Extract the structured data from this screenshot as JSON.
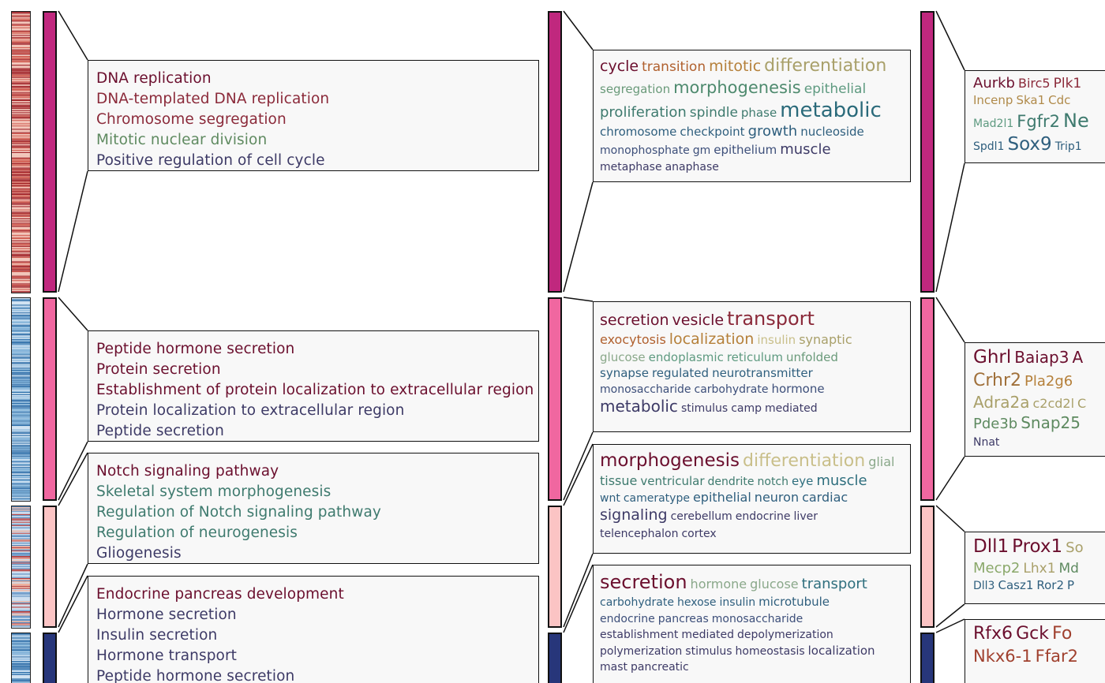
{
  "colors": {
    "cluster1": "#c0287e",
    "cluster2": "#f067a0",
    "cluster3": "#fbc4c4",
    "cluster4": "#27367a"
  },
  "clusters": [
    {
      "id": "c1",
      "color": "#c0287e",
      "heat_tone": "red",
      "go_terms": [
        {
          "text": "DNA replication",
          "color": "#6b0f2e"
        },
        {
          "text": "DNA-templated DNA replication",
          "color": "#8b2a3a"
        },
        {
          "text": "Chromosome segregation",
          "color": "#8b2a3a"
        },
        {
          "text": "Mitotic nuclear division",
          "color": "#5f8a60"
        },
        {
          "text": "Positive regulation of cell cycle",
          "color": "#3d3a66"
        }
      ],
      "wordcloud": [
        [
          {
            "text": "cycle",
            "size": 19,
            "color": "#6b0f2e"
          },
          {
            "text": "transition",
            "size": 17,
            "color": "#b0602e"
          },
          {
            "text": "mitotic",
            "size": 19,
            "color": "#b5803a"
          },
          {
            "text": "differentiation",
            "size": 22,
            "color": "#a9a06a"
          }
        ],
        [
          {
            "text": "segregation",
            "size": 15,
            "color": "#6a9a7a"
          },
          {
            "text": "morphogenesis",
            "size": 21,
            "color": "#4e8a6e"
          },
          {
            "text": "epithelial",
            "size": 17,
            "color": "#5e9a80"
          }
        ],
        [
          {
            "text": "proliferation",
            "size": 18,
            "color": "#3e7a6e"
          },
          {
            "text": "spindle",
            "size": 17,
            "color": "#3e7a6e"
          },
          {
            "text": "phase",
            "size": 15,
            "color": "#3e7a6e"
          },
          {
            "text": "metabolic",
            "size": 26,
            "color": "#2a6a7a"
          }
        ],
        [
          {
            "text": "chromosome",
            "size": 15,
            "color": "#2f5f7e"
          },
          {
            "text": "checkpoint",
            "size": 15,
            "color": "#2f5f7e"
          },
          {
            "text": "growth",
            "size": 18,
            "color": "#2f5f7e"
          },
          {
            "text": "nucleoside",
            "size": 15,
            "color": "#2f5f7e"
          }
        ],
        [
          {
            "text": "monophosphate",
            "size": 14,
            "color": "#3d4f7a"
          },
          {
            "text": "gm",
            "size": 14,
            "color": "#3d4f7a"
          },
          {
            "text": "epithelium",
            "size": 15,
            "color": "#3d4f7a"
          },
          {
            "text": "muscle",
            "size": 18,
            "color": "#3d3a66"
          }
        ],
        [
          {
            "text": "metaphase",
            "size": 14,
            "color": "#3d3a66"
          },
          {
            "text": "anaphase",
            "size": 14,
            "color": "#3d3a66"
          }
        ]
      ],
      "genes": [
        [
          {
            "text": "Aurkb",
            "size": 18,
            "color": "#6b0f2e"
          },
          {
            "text": "Birc5",
            "size": 16,
            "color": "#8b2a3a"
          },
          {
            "text": "Plk1",
            "size": 17,
            "color": "#8b2a3a"
          }
        ],
        [
          {
            "text": "Incenp",
            "size": 15,
            "color": "#b08a4a"
          },
          {
            "text": "Ska1",
            "size": 15,
            "color": "#b08a4a"
          },
          {
            "text": "Cdc",
            "size": 15,
            "color": "#b08a4a"
          }
        ],
        [
          {
            "text": "Mad2l1",
            "size": 14,
            "color": "#5e9a80"
          },
          {
            "text": "Fgfr2",
            "size": 21,
            "color": "#3e7a6e"
          },
          {
            "text": "Ne",
            "size": 24,
            "color": "#3e7a6e"
          }
        ],
        [
          {
            "text": "Spdl1",
            "size": 14,
            "color": "#2f5f7e"
          },
          {
            "text": "Sox9",
            "size": 23,
            "color": "#2f5f7e"
          },
          {
            "text": "Trip1",
            "size": 14,
            "color": "#2f5f7e"
          }
        ]
      ]
    },
    {
      "id": "c2",
      "color": "#f067a0",
      "heat_tone": "blue",
      "go_terms": [
        {
          "text": "Peptide hormone secretion",
          "color": "#6b0f2e"
        },
        {
          "text": "Protein secretion",
          "color": "#6b0f2e"
        },
        {
          "text": "Establishment of protein localization to extracellular region",
          "color": "#6b0f2e"
        },
        {
          "text": "Protein localization to extracellular region",
          "color": "#3d3a66"
        },
        {
          "text": "Peptide secretion",
          "color": "#3d3a66"
        }
      ],
      "wordcloud": [
        [
          {
            "text": "secretion",
            "size": 19,
            "color": "#6b0f2e"
          },
          {
            "text": "vesicle",
            "size": 19,
            "color": "#6b0f2e"
          },
          {
            "text": "transport",
            "size": 24,
            "color": "#8b2a3a"
          }
        ],
        [
          {
            "text": "exocytosis",
            "size": 16,
            "color": "#b0602e"
          },
          {
            "text": "localization",
            "size": 19,
            "color": "#b5803a"
          },
          {
            "text": "insulin",
            "size": 15,
            "color": "#c9bf8a"
          },
          {
            "text": "synaptic",
            "size": 16,
            "color": "#a9a06a"
          }
        ],
        [
          {
            "text": "glucose",
            "size": 15,
            "color": "#8aa88a"
          },
          {
            "text": "endoplasmic",
            "size": 15,
            "color": "#5e9a80"
          },
          {
            "text": "reticulum",
            "size": 15,
            "color": "#5e9a80"
          },
          {
            "text": "unfolded",
            "size": 15,
            "color": "#6a9a7a"
          }
        ],
        [
          {
            "text": "synapse",
            "size": 15,
            "color": "#2f5f7e"
          },
          {
            "text": "regulated",
            "size": 15,
            "color": "#2f5f7e"
          },
          {
            "text": "neurotransmitter",
            "size": 15,
            "color": "#2f5f7e"
          }
        ],
        [
          {
            "text": "monosaccharide",
            "size": 14,
            "color": "#3d4f7a"
          },
          {
            "text": "carbohydrate",
            "size": 14,
            "color": "#3d4f7a"
          },
          {
            "text": "hormone",
            "size": 15,
            "color": "#3d4f7a"
          }
        ],
        [
          {
            "text": "metabolic",
            "size": 20,
            "color": "#3d3a66"
          },
          {
            "text": "stimulus",
            "size": 14,
            "color": "#3d3a66"
          },
          {
            "text": "camp",
            "size": 14,
            "color": "#3d3a66"
          },
          {
            "text": "mediated",
            "size": 14,
            "color": "#3d3a66"
          }
        ]
      ],
      "genes": [
        [
          {
            "text": "Ghrl",
            "size": 23,
            "color": "#6b0f2e"
          },
          {
            "text": "Baiap3",
            "size": 20,
            "color": "#6b0f2e"
          },
          {
            "text": "A",
            "size": 20,
            "color": "#6b0f2e"
          }
        ],
        [
          {
            "text": "Crhr2",
            "size": 22,
            "color": "#a0703a"
          },
          {
            "text": "Pla2g6",
            "size": 18,
            "color": "#b5803a"
          }
        ],
        [
          {
            "text": "Adra2a",
            "size": 20,
            "color": "#a9a06a"
          },
          {
            "text": "c2cd2l",
            "size": 16,
            "color": "#a9a06a"
          },
          {
            "text": "C",
            "size": 16,
            "color": "#a9a06a"
          }
        ],
        [
          {
            "text": "Pde3b",
            "size": 18,
            "color": "#5e8a60"
          },
          {
            "text": "Snap25",
            "size": 20,
            "color": "#5e8a60"
          }
        ],
        [
          {
            "text": "Nnat",
            "size": 14,
            "color": "#3d3a66"
          }
        ]
      ]
    },
    {
      "id": "c3",
      "color": "#fbc4c4",
      "heat_tone": "mixed",
      "go_terms": [
        {
          "text": "Notch signaling pathway",
          "color": "#6b0f2e"
        },
        {
          "text": "Skeletal system morphogenesis",
          "color": "#3e7a6e"
        },
        {
          "text": "Regulation of Notch signaling pathway",
          "color": "#3e7a6e"
        },
        {
          "text": "Regulation of neurogenesis",
          "color": "#3e7a6e"
        },
        {
          "text": "Gliogenesis",
          "color": "#3d3a66"
        }
      ],
      "wordcloud": [
        [
          {
            "text": "morphogenesis",
            "size": 23,
            "color": "#6b0f2e"
          },
          {
            "text": "differentiation",
            "size": 22,
            "color": "#c9bf8a"
          },
          {
            "text": "glial",
            "size": 16,
            "color": "#8aa88a"
          }
        ],
        [
          {
            "text": "tissue",
            "size": 16,
            "color": "#3e7a6e"
          },
          {
            "text": "ventricular",
            "size": 15,
            "color": "#3e7a6e"
          },
          {
            "text": "dendrite",
            "size": 14,
            "color": "#3e7a6e"
          },
          {
            "text": "notch",
            "size": 14,
            "color": "#3e7a6e"
          },
          {
            "text": "eye",
            "size": 15,
            "color": "#2f6f7e"
          },
          {
            "text": "muscle",
            "size": 18,
            "color": "#2f6f7e"
          }
        ],
        [
          {
            "text": "wnt",
            "size": 14,
            "color": "#2f5f7e"
          },
          {
            "text": "cameratype",
            "size": 14,
            "color": "#2f5f7e"
          },
          {
            "text": "epithelial",
            "size": 16,
            "color": "#2f5f7e"
          },
          {
            "text": "neuron",
            "size": 16,
            "color": "#2f5f7e"
          },
          {
            "text": "cardiac",
            "size": 16,
            "color": "#2f5f7e"
          }
        ],
        [
          {
            "text": "signaling",
            "size": 19,
            "color": "#3d3a66"
          },
          {
            "text": "cerebellum",
            "size": 14,
            "color": "#3d3a66"
          },
          {
            "text": "endocrine",
            "size": 14,
            "color": "#3d3a66"
          },
          {
            "text": "liver",
            "size": 14,
            "color": "#3d3a66"
          }
        ],
        [
          {
            "text": "telencephalon",
            "size": 14,
            "color": "#3d3a66"
          },
          {
            "text": "cortex",
            "size": 14,
            "color": "#3d3a66"
          }
        ]
      ],
      "genes": [
        [
          {
            "text": "Dll1",
            "size": 23,
            "color": "#6b0f2e"
          },
          {
            "text": "Prox1",
            "size": 23,
            "color": "#6b0f2e"
          },
          {
            "text": "So",
            "size": 18,
            "color": "#a9a06a"
          }
        ],
        [
          {
            "text": "Mecp2",
            "size": 18,
            "color": "#8aa86a"
          },
          {
            "text": "Lhx1",
            "size": 17,
            "color": "#a9a06a"
          },
          {
            "text": "Md",
            "size": 17,
            "color": "#5e8a60"
          }
        ],
        [
          {
            "text": "Dll3",
            "size": 14,
            "color": "#2f5f7e"
          },
          {
            "text": "Casz1",
            "size": 15,
            "color": "#2f5f7e"
          },
          {
            "text": "Ror2",
            "size": 15,
            "color": "#2f5f7e"
          },
          {
            "text": "P",
            "size": 15,
            "color": "#2f5f7e"
          }
        ]
      ]
    },
    {
      "id": "c4",
      "color": "#27367a",
      "heat_tone": "blue",
      "go_terms": [
        {
          "text": "Endocrine pancreas development",
          "color": "#6b0f2e"
        },
        {
          "text": "Hormone secretion",
          "color": "#3d3a66"
        },
        {
          "text": "Insulin secretion",
          "color": "#3d3a66"
        },
        {
          "text": "Hormone transport",
          "color": "#3d3a66"
        },
        {
          "text": "Peptide hormone secretion",
          "color": "#3d3a66"
        }
      ],
      "wordcloud": [
        [
          {
            "text": "secretion",
            "size": 24,
            "color": "#6b0f2e"
          },
          {
            "text": "hormone",
            "size": 16,
            "color": "#8aa88a"
          },
          {
            "text": "glucose",
            "size": 16,
            "color": "#8aa88a"
          },
          {
            "text": "transport",
            "size": 18,
            "color": "#2f6f7e"
          }
        ],
        [
          {
            "text": "carbohydrate",
            "size": 14,
            "color": "#2f5f7e"
          },
          {
            "text": "hexose",
            "size": 14,
            "color": "#2f5f7e"
          },
          {
            "text": "insulin",
            "size": 14,
            "color": "#2f5f7e"
          },
          {
            "text": "microtubule",
            "size": 15,
            "color": "#2f5f7e"
          }
        ],
        [
          {
            "text": "endocrine",
            "size": 14,
            "color": "#3d4f7a"
          },
          {
            "text": "pancreas",
            "size": 14,
            "color": "#3d4f7a"
          },
          {
            "text": "monosaccharide",
            "size": 14,
            "color": "#3d4f7a"
          }
        ],
        [
          {
            "text": "establishment",
            "size": 14,
            "color": "#3d3a66"
          },
          {
            "text": "mediated",
            "size": 14,
            "color": "#3d3a66"
          },
          {
            "text": "depolymerization",
            "size": 14,
            "color": "#3d3a66"
          }
        ],
        [
          {
            "text": "polymerization",
            "size": 14,
            "color": "#3d3a66"
          },
          {
            "text": "stimulus",
            "size": 14,
            "color": "#3d3a66"
          },
          {
            "text": "homeostasis",
            "size": 14,
            "color": "#3d3a66"
          },
          {
            "text": "localization",
            "size": 15,
            "color": "#3d3a66"
          }
        ],
        [
          {
            "text": "mast",
            "size": 14,
            "color": "#3d3a66"
          },
          {
            "text": "pancreatic",
            "size": 14,
            "color": "#3d3a66"
          }
        ]
      ],
      "genes": [
        [
          {
            "text": "Rfx6",
            "size": 22,
            "color": "#6b0f2e"
          },
          {
            "text": "Gck",
            "size": 22,
            "color": "#6b0f2e"
          },
          {
            "text": "Fo",
            "size": 22,
            "color": "#a0402e"
          }
        ],
        [
          {
            "text": "Nkx6-1",
            "size": 21,
            "color": "#a0402e"
          },
          {
            "text": "Ffar2",
            "size": 21,
            "color": "#a0402e"
          }
        ]
      ]
    }
  ]
}
